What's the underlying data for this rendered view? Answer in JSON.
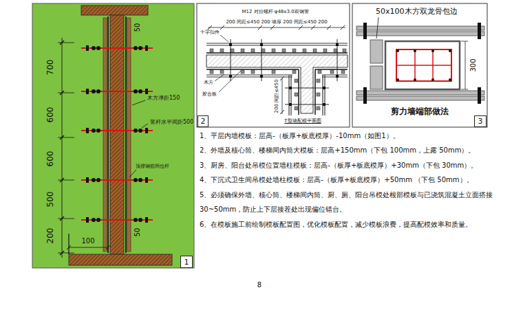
{
  "diagram": {
    "nodes": [
      {
        "text": [
          "1"
        ]
      },
      {
        "text": [
          "2"
        ]
      },
      {
        "text": [
          "3"
        ]
      }
    ],
    "labels": [
      "700",
      "600",
      "600",
      "500",
      "200",
      "50",
      "木方净距150",
      "竖杆水平间距500",
      "顶撑钢筋间位杆",
      "50",
      "100",
      "M12 对拉螺杆 φ48x3.0双钢管",
      "200 间距≤450 200 墙厚 200 间距≤450 200",
      "十字扣件",
      "木方",
      "胶合板",
      "200 间距≤450",
      "T型墙配模平面图",
      "50x100木方双龙骨包边",
      "300",
      "剪力墙端部做法",
      "1、平层内墙模板：层高-（板厚+板底模厚）-10mm（如图1）。",
      "2、外墙及核心筒、楼梯间内筒大模板：层高+150mm（下包 100mm，上露 50mm）。",
      "3、厨房、阳台处吊模位置墙柱模板：层高-（板厚+板底模厚）+30mm（下包 30mm）。",
      "4、下沉式卫生间吊模处墙柱模板：层高-（板厚+板底模厚）+50mm （下包 50mm）。",
      "5、必须确保外墙、核心筒、楼梯间内筒、厨、厕、阳台吊模处根部模板与已浇筑混凝土立面搭接 30~50mm，防止上下层接茬处出现偏位错台。",
      "6、在模板施工前绘制模板配置图，优化模板配置，减少模板浪费，提高配模效率和质量。",
      "8"
    ]
  }
}
